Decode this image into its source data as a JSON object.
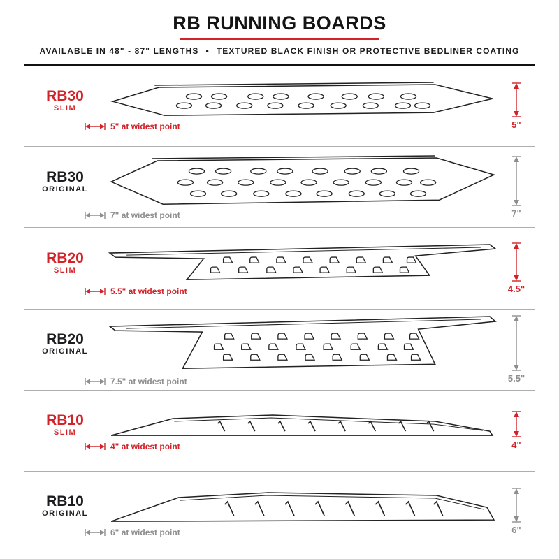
{
  "header": {
    "title": "RB RUNNING BOARDS",
    "subtitle_left": "AVAILABLE IN 48\" - 87\" LENGTHS",
    "separator": "•",
    "subtitle_right": "TEXTURED BLACK FINISH OR PROTECTIVE BEDLINER COATING"
  },
  "colors": {
    "accent_red": "#d2232a",
    "original_dim_gray": "#8e8e8e",
    "line_black": "#222222",
    "separator_gray": "#adadad"
  },
  "boards": [
    {
      "model": "RB30",
      "variant": "SLIM",
      "style": "slim",
      "pattern": "oval-slots",
      "width_label": "5\" at widest point",
      "height_label": "5\""
    },
    {
      "model": "RB30",
      "variant": "ORIGINAL",
      "style": "original",
      "pattern": "oval-slots",
      "width_label": "7\" at widest point",
      "height_label": "7\""
    },
    {
      "model": "RB20",
      "variant": "SLIM",
      "style": "slim",
      "pattern": "d-shaped-slots",
      "width_label": "5.5\" at widest point",
      "height_label": "4.5\""
    },
    {
      "model": "RB20",
      "variant": "ORIGINAL",
      "style": "original",
      "pattern": "d-shaped-slots",
      "width_label": "7.5\" at widest point",
      "height_label": "5.5\""
    },
    {
      "model": "RB10",
      "variant": "SLIM",
      "style": "slim",
      "pattern": "hash-vents",
      "width_label": "4\" at widest point",
      "height_label": "4\""
    },
    {
      "model": "RB10",
      "variant": "ORIGINAL",
      "style": "original",
      "pattern": "hash-vents",
      "width_label": "6\" at widest point",
      "height_label": "6\""
    }
  ]
}
